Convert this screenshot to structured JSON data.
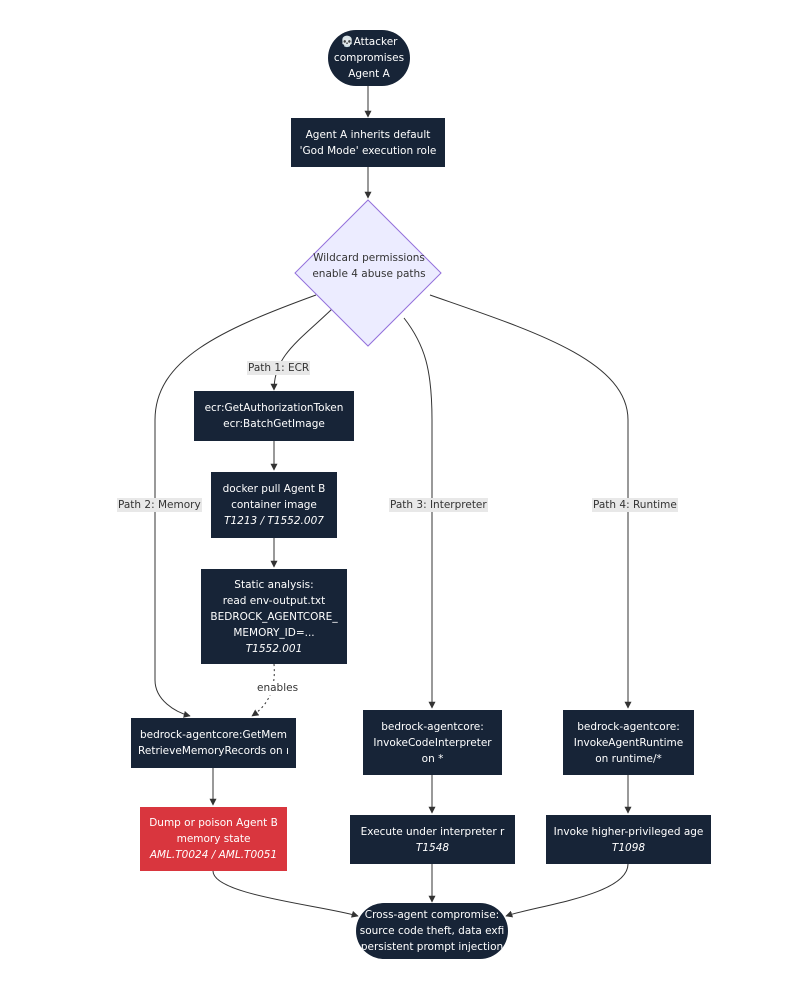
{
  "nodes": {
    "start": {
      "lines": [
        "💀Attacker",
        "compromises",
        "Agent A"
      ]
    },
    "inherits": {
      "lines": [
        "Agent A inherits default",
        "'God Mode' execution role"
      ]
    },
    "wildcard": {
      "lines": [
        "Wildcard permissions",
        "enable 4 abuse paths"
      ]
    },
    "ecr_perms": {
      "lines": [
        "ecr:GetAuthorizationToken",
        "ecr:BatchGetImage"
      ]
    },
    "docker_pull": {
      "lines": [
        "docker pull Agent B",
        "container image"
      ],
      "technique": "T1213 / T1552.007"
    },
    "static_analysis": {
      "lines": [
        "Static analysis:",
        "read env-output.txt",
        "BEDROCK_AGENTCORE_",
        "MEMORY_ID=..."
      ],
      "technique": "T1552.001"
    },
    "memory_perms": {
      "lines": [
        "bedrock-agentcore:GetMem",
        "RetrieveMemoryRecords on ı"
      ]
    },
    "dump_memory": {
      "lines": [
        "Dump or poison Agent B",
        "memory state"
      ],
      "technique": "AML.T0024 / AML.T0051"
    },
    "interpreter_perms": {
      "lines": [
        "bedrock-agentcore:",
        "InvokeCodeInterpreter",
        "on *"
      ]
    },
    "execute_interpreter": {
      "lines": [
        "Execute under interpreter r"
      ],
      "technique": "T1548"
    },
    "runtime_perms": {
      "lines": [
        "bedrock-agentcore:",
        "InvokeAgentRuntime",
        "on runtime/*"
      ]
    },
    "invoke_agent": {
      "lines": [
        "Invoke higher-privileged age"
      ],
      "technique": "T1098"
    },
    "compromise": {
      "lines": [
        "Cross-agent compromise:",
        "source code theft, data exfi",
        "persistent prompt injection"
      ]
    }
  },
  "edge_labels": {
    "path1": "Path 1: ECR",
    "path2": "Path 2: Memory",
    "path3": "Path 3: Interpreter",
    "path4": "Path 4: Runtime",
    "enables": "enables"
  },
  "colors": {
    "node_dark": "#172437",
    "node_alert": "#d9363e",
    "diamond_fill": "#ececff",
    "diamond_stroke": "#9370db",
    "edge": "#333333"
  }
}
